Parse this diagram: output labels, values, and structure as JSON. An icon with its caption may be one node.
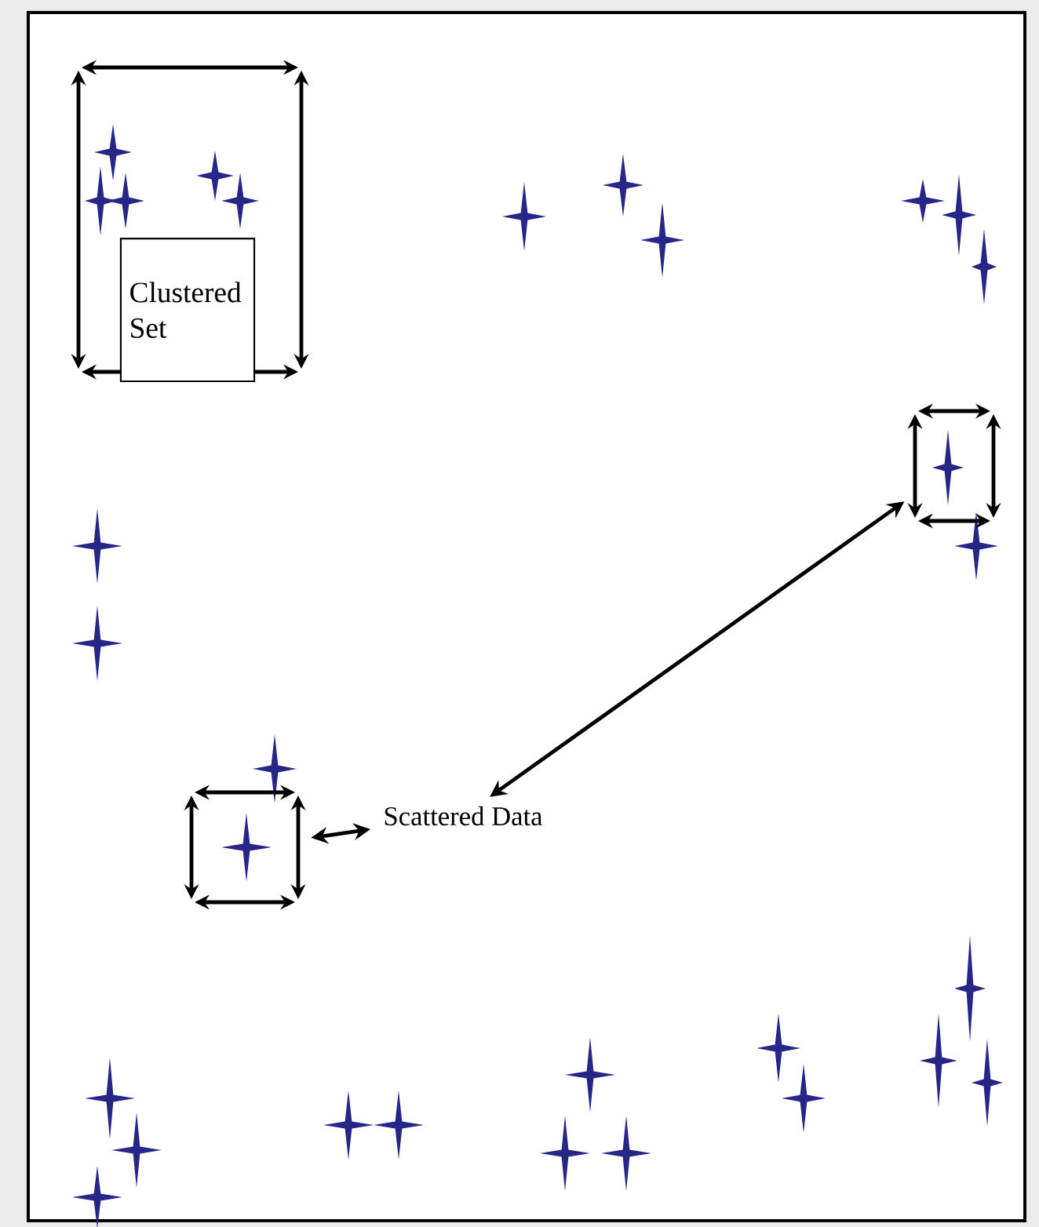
{
  "diagram": {
    "nodes": [
      {
        "text": [],
        "shape": "box"
      },
      {
        "text": [
          "Clustered Set"
        ],
        "in": 0
      },
      {
        "text": [
          "Scattered Data"
        ]
      },
      {
        "text": [],
        "shape": "box"
      },
      {
        "text": [],
        "shape": "box"
      }
    ],
    "edges": [
      {
        "from": 2,
        "to": 3,
        "arrow": "both"
      },
      {
        "from": 2,
        "to": 4,
        "arrow": "both"
      }
    ]
  }
}
